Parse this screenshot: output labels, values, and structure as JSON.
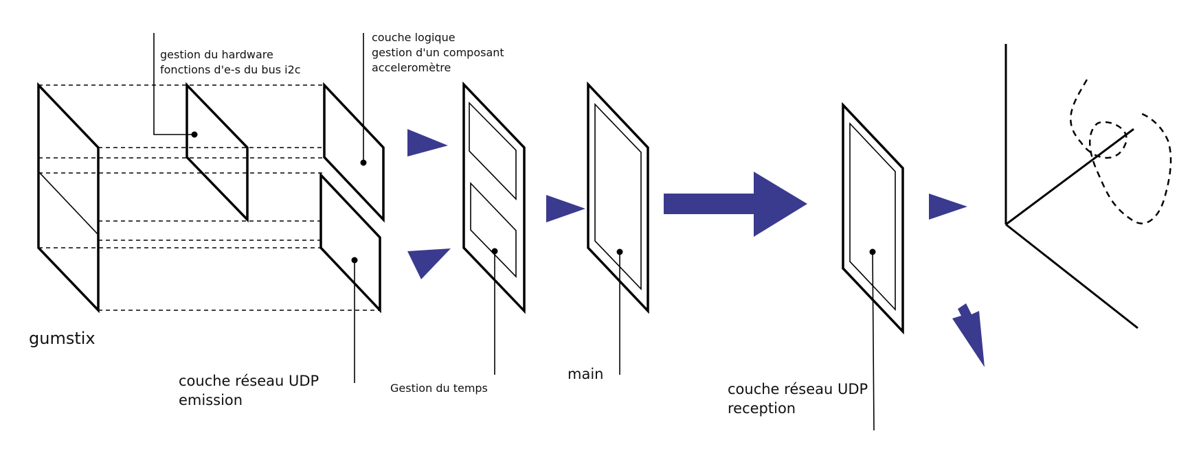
{
  "labels": {
    "hardware": [
      "gestion du hardware",
      "fonctions d'e-s du bus i2c"
    ],
    "logic": [
      "couche logique",
      "gestion d'un composant",
      "acceleromètre"
    ],
    "gumstix": "gumstix",
    "udp_emission": [
      "couche réseau UDP",
      "emission"
    ],
    "time": "Gestion du temps",
    "main": "main",
    "udp_reception": [
      "couche réseau UDP",
      "reception"
    ]
  },
  "colors": {
    "arrow": "#3a3a8f",
    "line": "#000000",
    "text": "#111111"
  },
  "icons": [
    "arrow-right",
    "arrow-down-right",
    "axes-3d"
  ]
}
